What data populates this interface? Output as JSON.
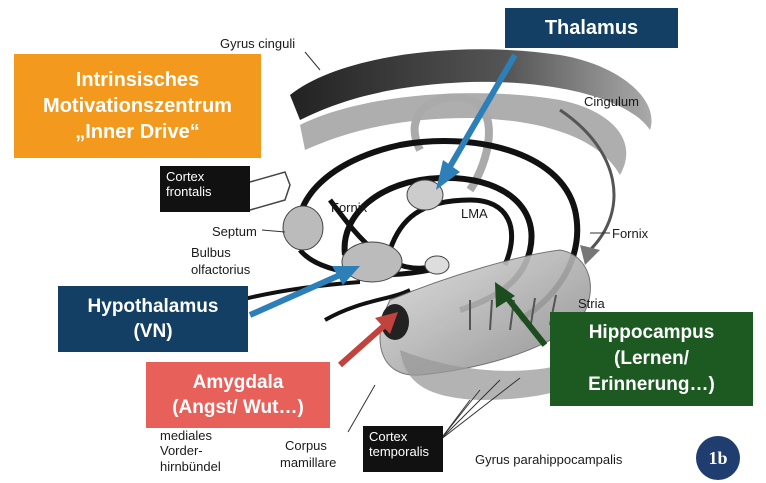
{
  "callouts": {
    "inner_drive": {
      "line1": "Intrinsisches",
      "line2": "Motivationszentrum",
      "line3": "„Inner Drive“",
      "color": "#f39a1e"
    },
    "thalamus": {
      "label": "Thalamus",
      "color": "#123f63"
    },
    "hypothalamus": {
      "line1": "Hypothalamus",
      "line2": "(VN)",
      "color": "#123f63"
    },
    "amygdala": {
      "line1": "Amygdala",
      "line2": "(Angst/ Wut…)",
      "color": "#e8605a"
    },
    "hippocampus": {
      "line1": "Hippocampus",
      "line2": "(Lernen/",
      "line3": "Erinnerung…)",
      "color": "#1d5a22"
    }
  },
  "black_labels": {
    "cortex_frontalis": {
      "line1": "Cortex",
      "line2": "frontalis"
    },
    "cortex_temporalis": {
      "line1": "Cortex",
      "line2": "temporalis"
    }
  },
  "labels": {
    "gyrus_cinguli": "Gyrus cinguli",
    "cingulum": "Cingulum",
    "fornix_center": "Fornix",
    "fornix_right": "Fornix",
    "lma": "LMA",
    "septum": "Septum",
    "bulbus": "Bulbus",
    "olfactorius": "olfactorius",
    "stria": "Stria",
    "mediales": "mediales",
    "vorder": "Vorder-",
    "hirnbuendel": "hirnbündel",
    "corpus": "Corpus",
    "mamillare": "mamillare",
    "gyrus_parahippocampalis": "Gyrus parahippocampalis"
  },
  "badge": {
    "label": "1b",
    "color": "#1f3d6e"
  }
}
